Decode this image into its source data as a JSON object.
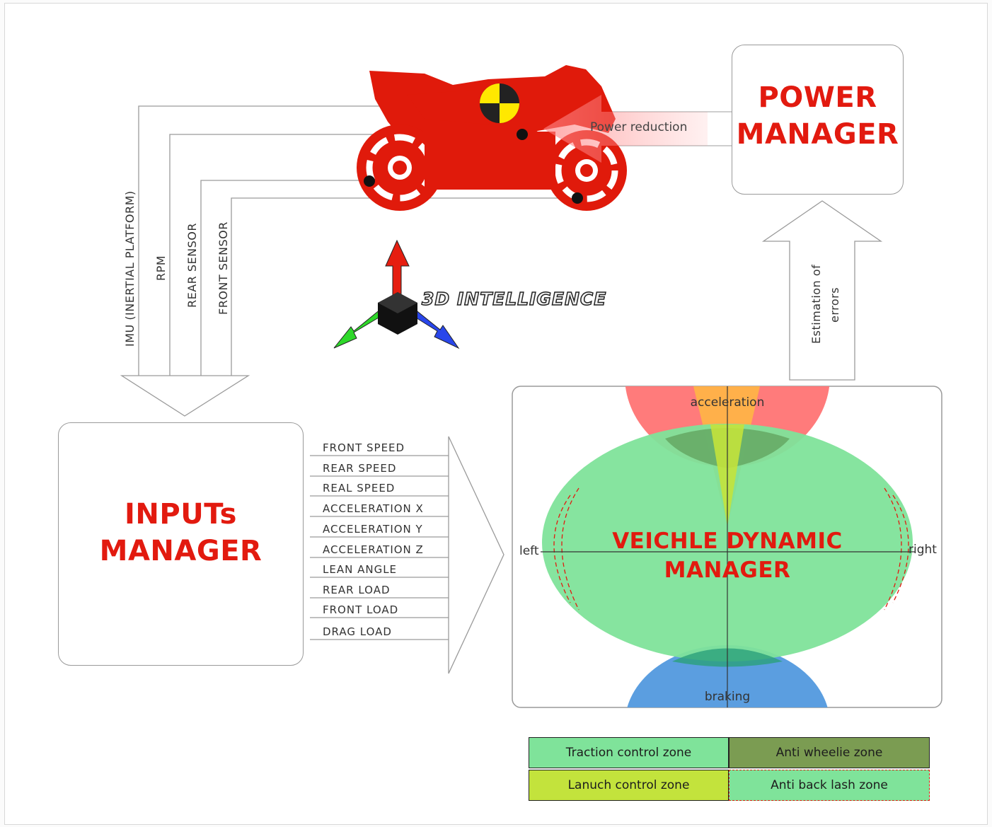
{
  "power_manager": {
    "line1": "POWER",
    "line2": "MANAGER"
  },
  "inputs_manager": {
    "line1": "INPUTs",
    "line2": "MANAGER"
  },
  "vehicle_manager": {
    "line1": "VEICHLE DYNAMIC",
    "line2": "MANAGER"
  },
  "brand": "3D INTELLIGENCE",
  "power_reduction": "Power reduction",
  "estimation": {
    "line1": "Estimation of",
    "line2": "errors"
  },
  "sensors": [
    "IMU (INERTIAL PLATFORM)",
    "RPM",
    "REAR SENSOR",
    "FRONT SENSOR"
  ],
  "signals": [
    "FRONT SPEED",
    "REAR SPEED",
    "REAL SPEED",
    "ACCELERATION  X",
    "ACCELERATION  Y",
    "ACCELERATION  Z",
    "LEAN ANGLE",
    "REAR LOAD",
    "FRONT LOAD",
    "DRAG LOAD"
  ],
  "zone_labels": {
    "acceleration": "acceleration",
    "braking": "braking",
    "left": "left",
    "right": "right"
  },
  "legend": [
    {
      "label": "Traction control  zone",
      "color": "#7fe39a"
    },
    {
      "label": "Anti wheelie zone",
      "color": "#7b9c52"
    },
    {
      "label": "Lanuch control  zone",
      "color": "#c3e33c"
    },
    {
      "label": "Anti  back lash  zone",
      "color": "#7fe39a"
    }
  ],
  "colors": {
    "accent_red": "#e21a0f",
    "traction_green": "#7fe39a",
    "anti_wheelie": "#7b9c52",
    "launch": "#c3e33c",
    "braking_blue": "#5b9ee0",
    "accel_red": "#ff7b7b",
    "accel_orange": "#ffb04a"
  }
}
